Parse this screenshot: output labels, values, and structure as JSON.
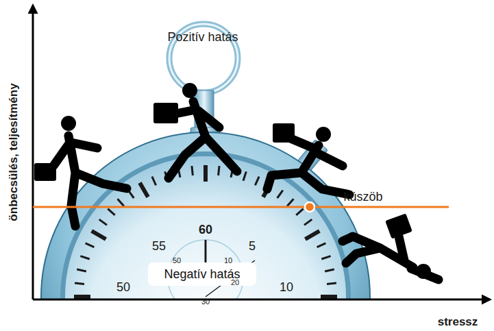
{
  "diagram": {
    "nodes": [
      {
        "text": [
          "Negatív hatás"
        ]
      }
    ],
    "labels": [
      "önbecsülés, teljesítmény",
      "stressz",
      "Pozitív hatás",
      "küszöb",
      "55",
      "60",
      "5",
      "50",
      "10",
      "50",
      "10",
      "20",
      "30"
    ]
  }
}
